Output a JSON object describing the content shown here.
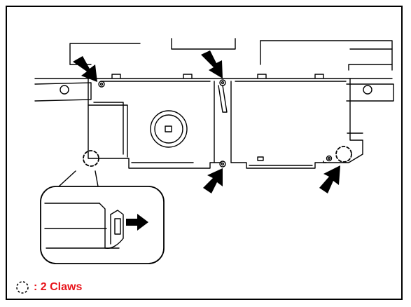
{
  "legend": {
    "text": ": 2 Claws",
    "text_color": "#e8141b",
    "symbol": "dashed-circle-icon"
  },
  "callouts": {
    "screw_arrows": 4,
    "claw_markers": 2
  },
  "colors": {
    "line": "#000000",
    "background": "#ffffff",
    "accent": "#e8141b"
  }
}
